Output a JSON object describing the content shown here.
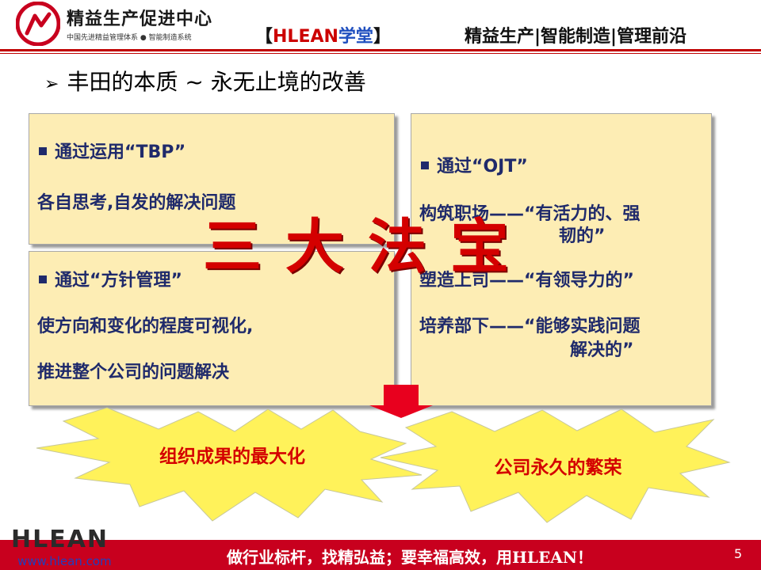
{
  "header": {
    "org_name": "精益生产促进中心",
    "org_tagline": "中国先进精益管理体系 ● 智能制造系统",
    "brand_left_bracket": "【",
    "brand_hlean": "HLEAN",
    "brand_xuetang": "学堂",
    "brand_right_bracket": "】",
    "right_text": "精益生产|智能制造|管理前沿"
  },
  "title": {
    "arrow": "➢",
    "text": "丰田的本质 ~ 永无止境的改善"
  },
  "boxes": {
    "tbp": {
      "heading": "通过运用“TBP”",
      "line1": "各自思考,自发的解决问题"
    },
    "policy": {
      "heading": "通过“方针管理”",
      "line1": "使方向和变化的程度可视化,",
      "line2": "推进整个公司的问题解决"
    },
    "ojt": {
      "heading": "通过“OJT”",
      "item1_a": "构筑职场——“有活力的、强",
      "item1_b": "韧的”",
      "item2": "塑造上司——“有领导力的”",
      "item3_a": "培养部下——“能够实践问题",
      "item3_b": "解决的”"
    }
  },
  "overlay_title": "三大法宝",
  "results": {
    "left": "组织成果的最大化",
    "right": "公司永久的繁荣"
  },
  "footer": {
    "logo": "HLEAN",
    "url": "www.hlean.com",
    "slogan": "做行业标杆，找精弘益；要幸福高效，用HLEAN！",
    "page_number": "5"
  },
  "colors": {
    "accent_red": "#c8001e",
    "box_fill": "#fdedb4",
    "box_text": "#1f2a6b",
    "burst_fill": "#fff25a",
    "result_text": "#d40000"
  }
}
